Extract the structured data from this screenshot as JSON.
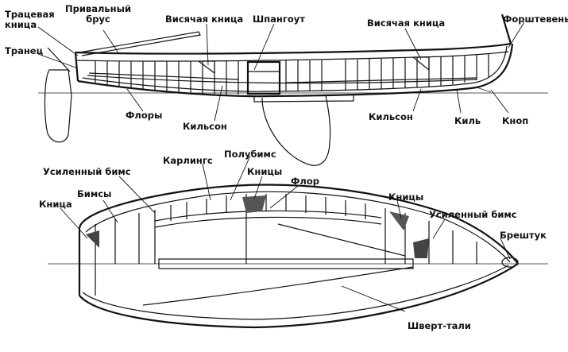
{
  "labels": {
    "transom_knee": "Трацевая\nкница",
    "gunwale": "Привальный\nбрус",
    "hanging_knee_1": "Висячая кница",
    "frame": "Шпангоут",
    "hanging_knee_2": "Висячая кница",
    "stem": "Форштевень",
    "transom": "Транец",
    "floors": "Флоры",
    "keelson_1": "Кильсон",
    "keelson_2": "Кильсон",
    "keel": "Киль",
    "knop": "Кноп",
    "reinforced_beam_1": "Усиленный бимс",
    "carlings": "Карлингс",
    "half_beam": "Полубимс",
    "knees_1": "Кницы",
    "floor": "Флор",
    "beams": "Бимсы",
    "knee": "Кница",
    "knees_2": "Кницы",
    "reinforced_beam_2": "Усиленный бимс",
    "breasthook": "Брештук",
    "centerboard_tackle": "Шверт-тали"
  },
  "colors": {
    "ink": "#111111",
    "paper": "#ffffff"
  }
}
